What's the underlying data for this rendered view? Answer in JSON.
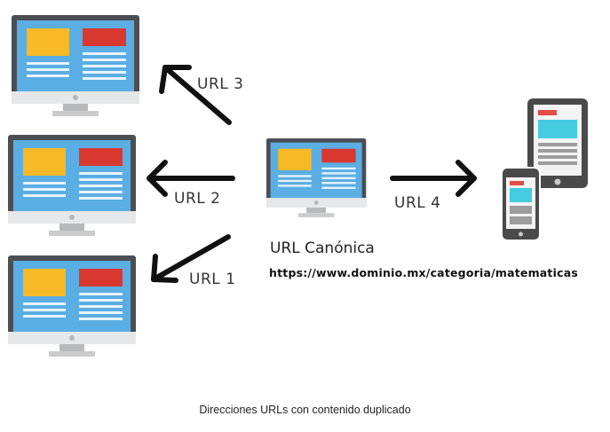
{
  "diagram": {
    "labels": {
      "url3": "URL 3",
      "url2": "URL 2",
      "url1": "URL 1",
      "url4": "URL 4"
    },
    "canonical": {
      "title": "URL Canónica",
      "url": "https://www.dominio.mx/categoria/matematicas"
    },
    "caption": "Direcciones URLs con contenido duplicado",
    "colors": {
      "monitor_frame": "#4b4e52",
      "screen": "#5aaee3",
      "yellow_block": "#f7b926",
      "red_block": "#d8382f",
      "stand": "#c9cbcd",
      "arrow": "#111111",
      "device_frame": "#4a4a4a",
      "device_screen": "#f3f3f3",
      "tablet_cyan": "#45cbe0",
      "tablet_red": "#e24c45"
    }
  }
}
